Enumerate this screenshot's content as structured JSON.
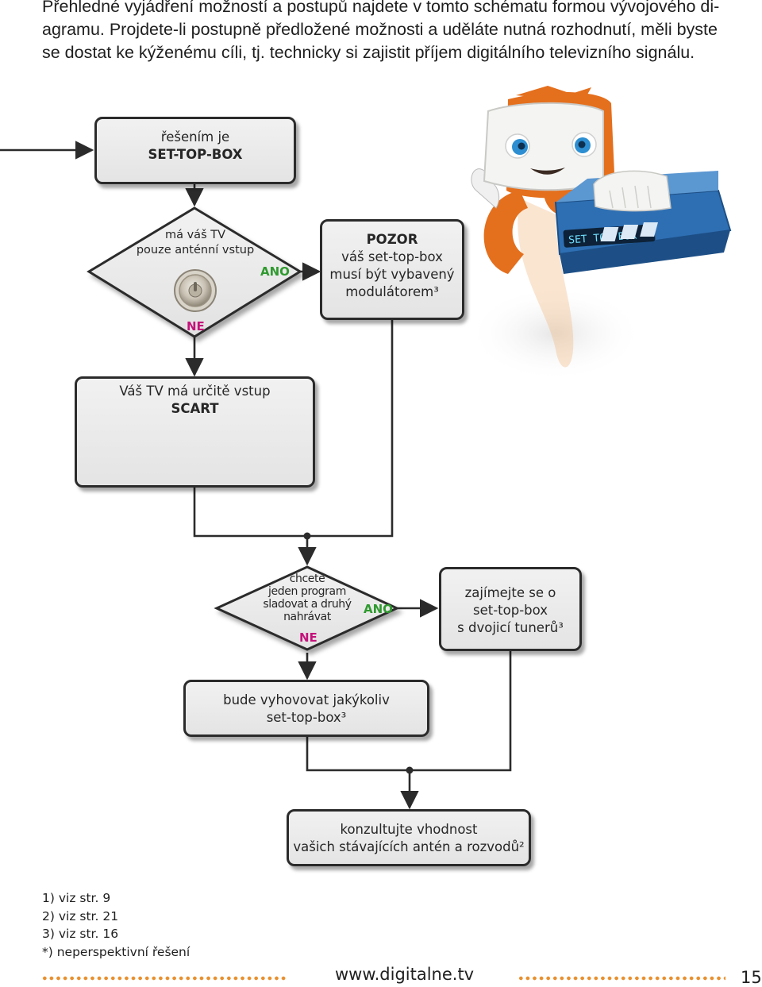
{
  "intro": {
    "line1": "Přehledné vyjádření možností a postupů najdete v tomto schématu formou vývojového di-",
    "line2": "agramu. Projdete-li postupně předložené možnosti a uděláte nutná rozhodnutí, měli byste",
    "line3": "se dostat ke kýženému cíli, tj. technicky si zajistit příjem digitálního televizního signálu."
  },
  "box_settopbox": {
    "line1": "řešením je",
    "line2": "SET-TOP-BOX"
  },
  "diamond_antenna": {
    "line1": "má váš TV",
    "line2": "pouze anténní vstup",
    "yes": "ANO",
    "no": "NE"
  },
  "box_pozor": {
    "title": "POZOR",
    "line1": "váš set-top-box",
    "line2": "musí být vybavený",
    "line3": "modulátorem³"
  },
  "box_scart": {
    "line1": "Váš TV má určitě vstup",
    "line2": "SCART"
  },
  "diamond_record": {
    "line1": "chcete",
    "line2": "jeden program",
    "line3": "sladovat a druhý",
    "line4": "nahrávat",
    "yes": "ANO",
    "no": "NE"
  },
  "box_dual": {
    "line1": "zajímejte se o",
    "line2": "set-top-box",
    "line3": "s dvojicí tunerů³"
  },
  "box_any": {
    "line1": "bude vyhovovat jakýkoliv",
    "line2": "set-top-box³"
  },
  "box_antennas": {
    "line1": "konzultujte vhodnost",
    "line2": "vašich stávajících antén a rozvodů²"
  },
  "illustration": {
    "device_label": "SET TOP BOX"
  },
  "footnotes": [
    "1) viz str. 9",
    "2) viz str. 21",
    "3) viz str. 16",
    "*) neperspektivní řešení"
  ],
  "footer": {
    "website": "www.digitalne.tv",
    "page": "15"
  },
  "colors": {
    "accent_orange": "#e8902f",
    "yes_green": "#2f9a2f",
    "no_magenta": "#c4127a",
    "device_blue": "#2e6fb3"
  }
}
